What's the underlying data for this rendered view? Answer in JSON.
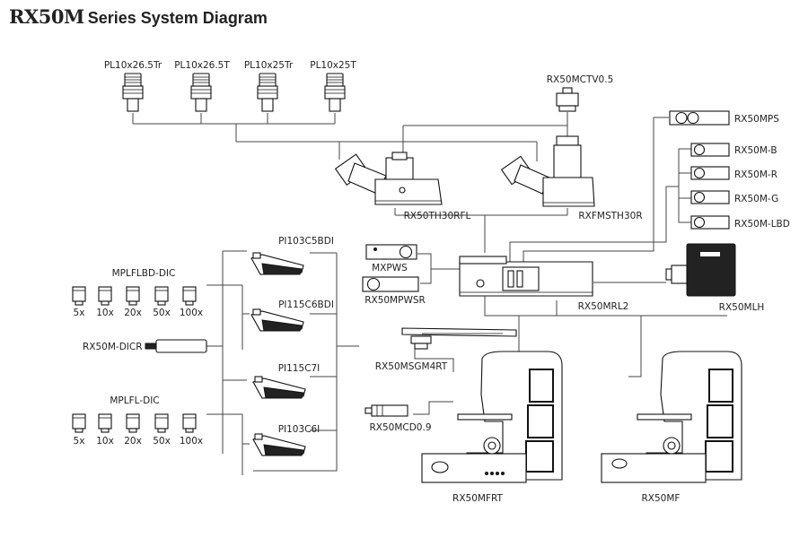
{
  "title": {
    "brand": "RX50M",
    "rest": "Series System Diagram"
  },
  "labels": {
    "eyepiece_1": "PL10x26.5Tr",
    "eyepiece_2": "PL10x26.5T",
    "eyepiece_3": "PL10x25Tr",
    "eyepiece_4": "PL10x25T",
    "ctv": "RX50MCTV0.5",
    "mps": "RX50MPS",
    "filter_b": "RX50M-B",
    "filter_r": "RX50M-R",
    "filter_g": "RX50M-G",
    "filter_lbd": "RX50M-LBD",
    "head_1": "RX50TH30RFL",
    "head_2": "RXFMSTH30R",
    "pl_1": "PI103C5BDI",
    "pl_2": "PI115C6BDI",
    "pl_3": "PI115C7I",
    "pl_4": "PI103C6I",
    "mplflbd": "MPLFLBD-DIC",
    "mplfl": "MPLFL-DIC",
    "dicr": "RX50M-DICR",
    "mxpws": "MXPWS",
    "mpwsr": "RX50MPWSR",
    "mrl2": "RX50MRL2",
    "mlh": "RX50MLH",
    "stage": "RX50MSGM4RT",
    "condenser": "RX50MCD0.9",
    "stand_frt": "RX50MFRT",
    "stand_mf": "RX50MF"
  },
  "objectives_top": [
    "5x",
    "10x",
    "20x",
    "50x",
    "100x"
  ],
  "objectives_bottom": [
    "5x",
    "10x",
    "20x",
    "50x",
    "100x"
  ]
}
